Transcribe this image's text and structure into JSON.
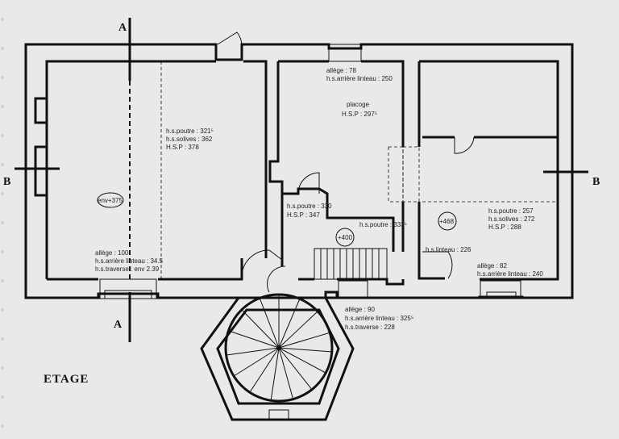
{
  "title": "ETAGE",
  "section_marks": {
    "a_top": "A",
    "a_bottom": "A",
    "b_left": "B",
    "b_right": "B"
  },
  "levels": {
    "env": "env+375",
    "landing": "+400",
    "right": "+468"
  },
  "notes": {
    "room1": [
      "h.s.poutre : 321⁵",
      "h.s.solives : 362",
      "H.S.P : 378"
    ],
    "window1": [
      "allège : 100",
      "h.s.arrière linteau : 34.5",
      "h.s.traverse : env 2.39"
    ],
    "top_window": [
      "allège : 78",
      "h.s.arrière linteau : 250"
    ],
    "placoge": [
      "placoge",
      "H.S.P : 297⁵"
    ],
    "small_room": [
      "h.s.poutre : 330",
      "H.S.P : 347"
    ],
    "landing": [
      "h.s.poutre : 333⁵"
    ],
    "right_room": [
      "h.s.poutre : 257",
      "h.s.solives : 272",
      "H.S.P : 288"
    ],
    "linteau": [
      "h.s.linteau : 226"
    ],
    "window_right": [
      "allège : 82",
      "h.s.arrière linteau : 240"
    ],
    "window_mid": [
      "allège : 90",
      "h.s.arrière linteau : 325⁵",
      "h.s.traverse : 228"
    ]
  }
}
